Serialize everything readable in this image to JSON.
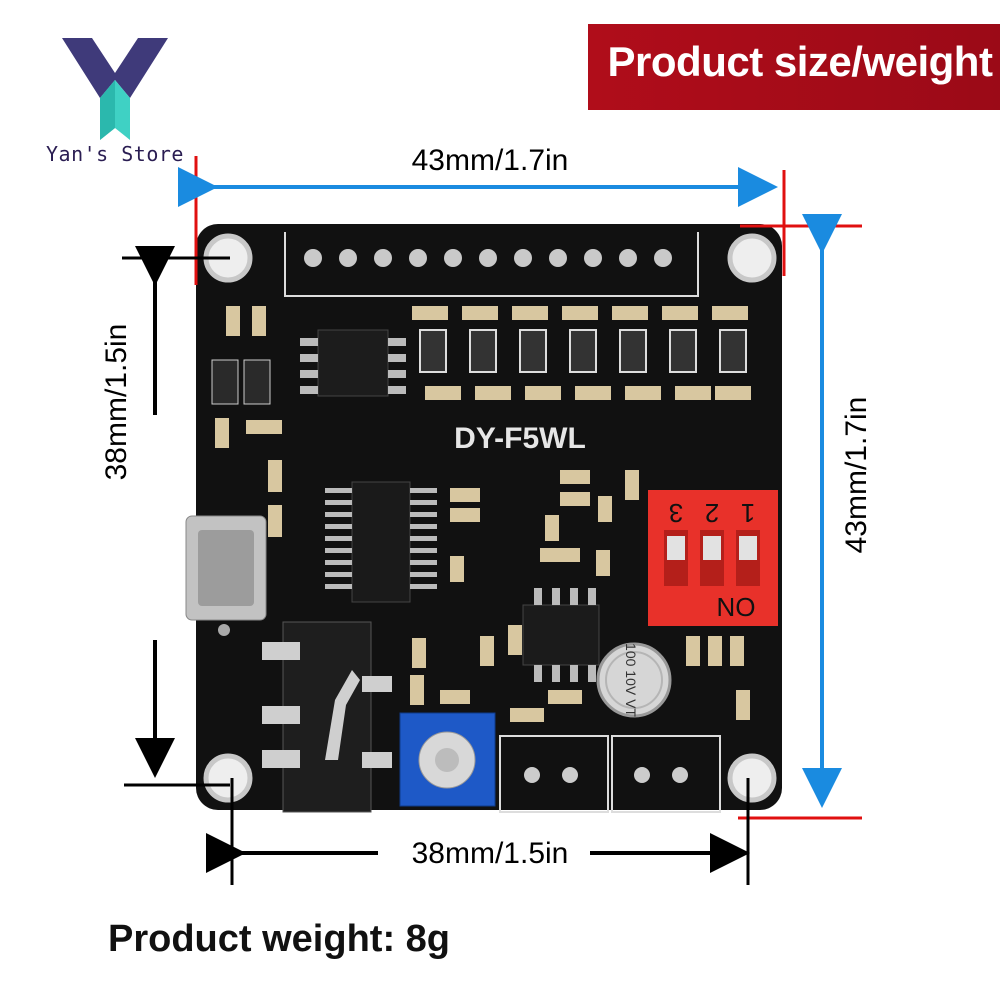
{
  "brand": {
    "store_name": "Yan's Store",
    "logo_icon": "y-logo-icon"
  },
  "banner": {
    "title": "Product size/weight",
    "color": "#a40c18"
  },
  "board": {
    "model_label": "DY-F5WL",
    "switch_numbers": [
      "3",
      "2",
      "1"
    ],
    "switch_on_label": "ON",
    "capacitor_text": "100 10V VT"
  },
  "dimensions": {
    "top": "43mm/1.7in",
    "right": "43mm/1.7in",
    "left": "38mm/1.5in",
    "bottom": "38mm/1.5in"
  },
  "weight": {
    "label": "Product weight: 8g"
  },
  "colors": {
    "arrow_blue": "#1a8be0",
    "marker_red": "#e01010",
    "pcb": "#111111",
    "switch_red": "#e8312a"
  }
}
